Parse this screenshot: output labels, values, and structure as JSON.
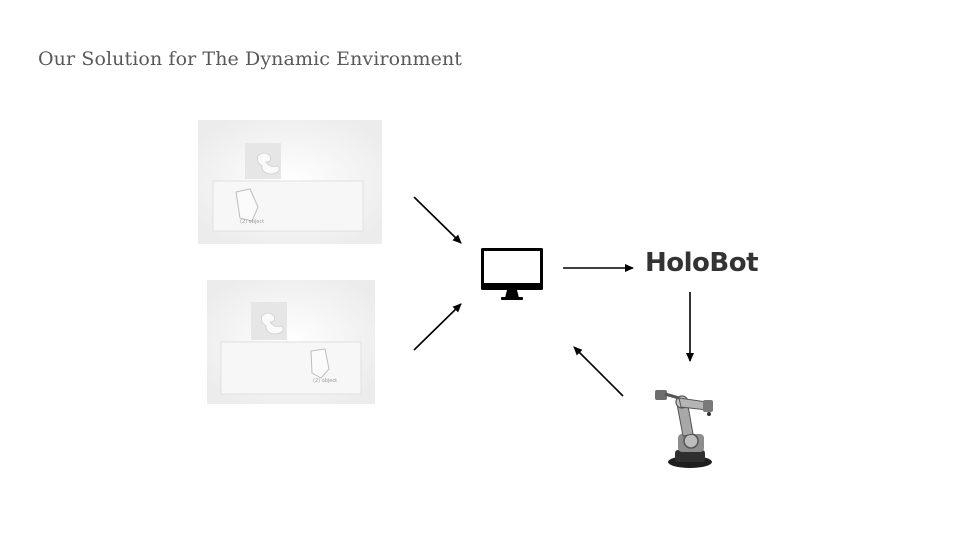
{
  "slide": {
    "title": "Our Solution for The Dynamic Environment"
  },
  "scenes": [
    {
      "label": "(2) object"
    },
    {
      "label": "(2) object"
    }
  ],
  "center": {
    "icon": "computer-monitor-icon"
  },
  "system": {
    "name": "HoloBot"
  },
  "robot": {
    "icon": "industrial-robot-arm-icon"
  },
  "colors": {
    "title": "#595959",
    "arrow": "#000000",
    "system_name": "#333333"
  }
}
